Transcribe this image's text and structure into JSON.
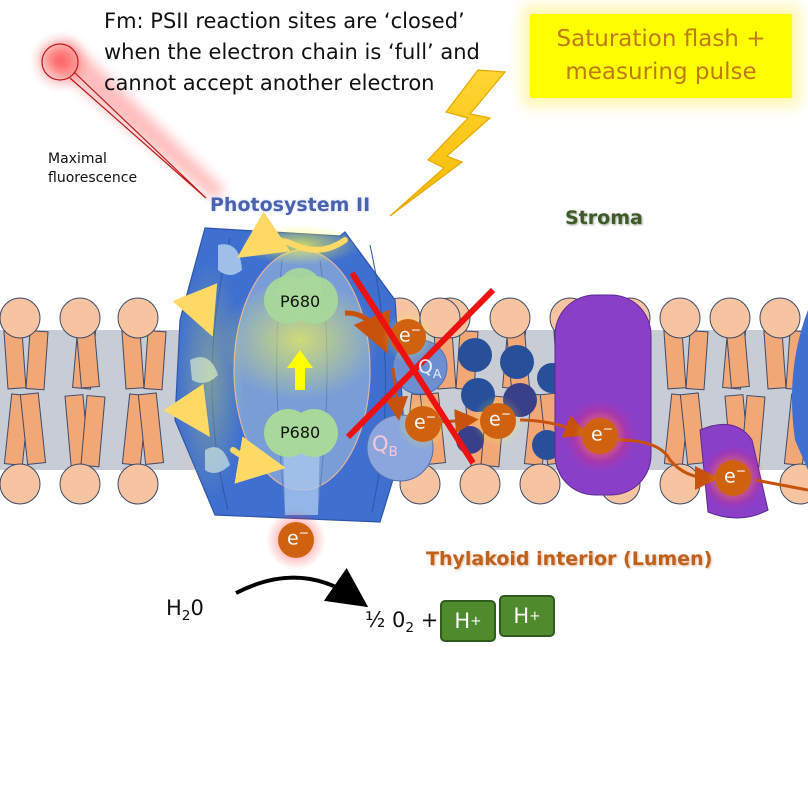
{
  "caption": {
    "lines": [
      "Fm: PSII reaction sites are ‘closed’",
      "when the electron chain is ‘full’ and",
      "cannot accept another electron"
    ]
  },
  "flash_box": {
    "lines": [
      "Saturation flash +",
      "measuring pulse"
    ],
    "background": "#ffff00",
    "text_color": "#c07a12"
  },
  "fluorescence_label": {
    "lines": [
      "Maximal",
      "fluorescence"
    ]
  },
  "labels": {
    "photosystem": "Photosystem II",
    "stroma": "Stroma",
    "lumen": "Thylakoid interior (Lumen)"
  },
  "reaction_centers": [
    {
      "label": "P680"
    },
    {
      "label": "P680"
    }
  ],
  "quinones": {
    "qa": {
      "main": "Q",
      "sub": "A"
    },
    "qb": {
      "main": "Q",
      "sub": "B"
    }
  },
  "electron": {
    "symbol": "e",
    "charge": "−"
  },
  "equation": {
    "reactant_main": "H",
    "reactant_sub": "2",
    "reactant_tail": "0",
    "product_prefix": "½ 0",
    "product_sub": "2",
    "product_plus": "+",
    "protons": [
      {
        "main": "H",
        "sup": "+"
      },
      {
        "main": "H",
        "sup": "+"
      }
    ]
  },
  "colors": {
    "psii_blue": "#3f6fd0",
    "lipid_head": "#f6c4a0",
    "lipid_tail": "#f2a777",
    "membrane_core": "#c8ccd4",
    "complex_purple": "#8a3fc8",
    "electron_orange": "#d0620f",
    "block_cross": "#ee1111",
    "proton_green": "#4f8a2c",
    "plastoquinone_navy": "#274f9a"
  }
}
